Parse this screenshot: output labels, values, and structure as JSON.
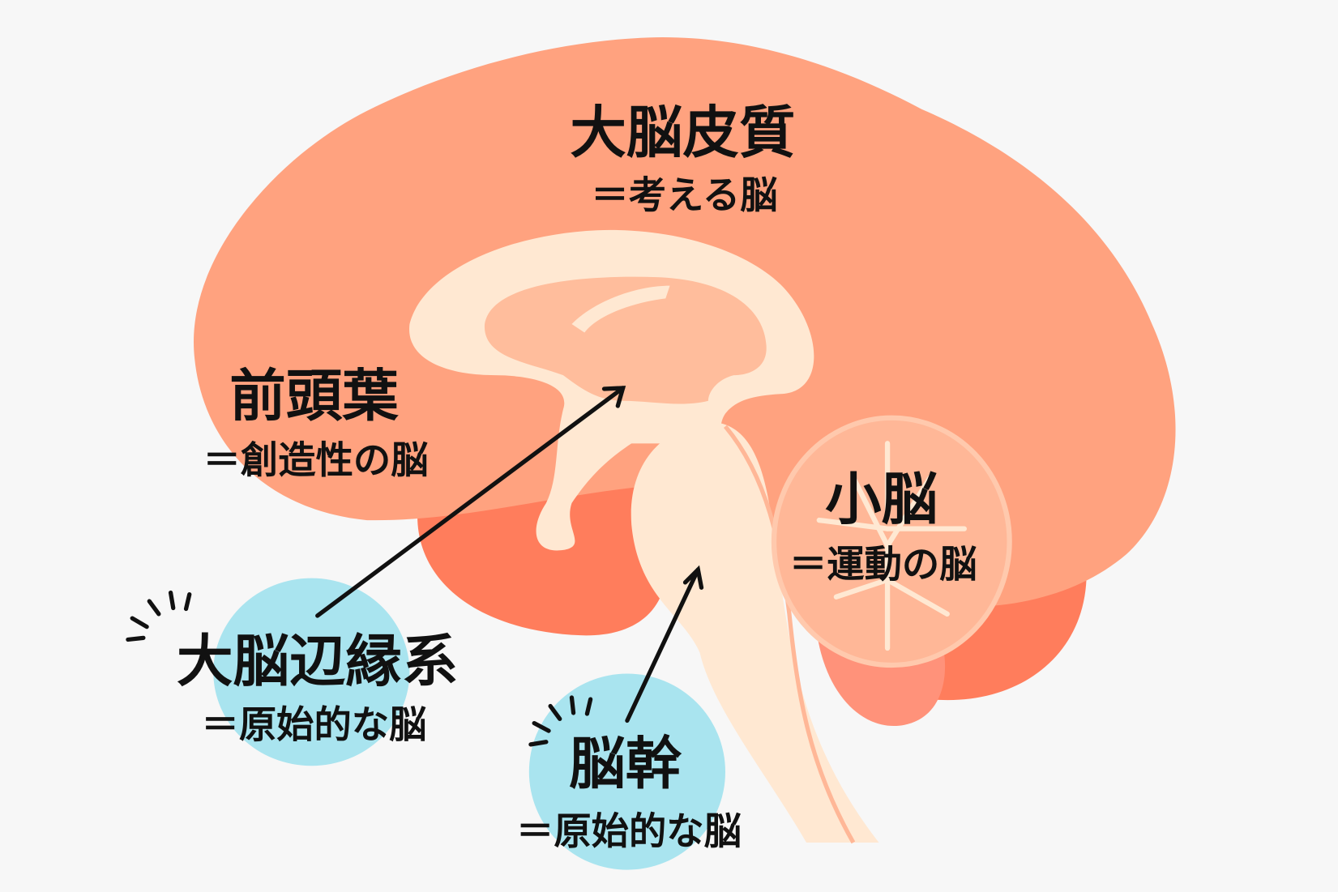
{
  "colors": {
    "background": "#f7f7f7",
    "cortex": "#ffa27f",
    "dark": "#ff7d5c",
    "cream": "#ffe8d2",
    "inner": "#ffbd9c",
    "cerebellum": "#ffb797",
    "highlight": "#a9e4ef",
    "ink": "#111111"
  },
  "labels": {
    "cortex": {
      "title": "大脳皮質",
      "sub": "＝考える脳"
    },
    "frontal": {
      "title": "前頭葉",
      "sub": "＝創造性の脳"
    },
    "cerebellum": {
      "title": "小脳",
      "sub": "＝運動の脳"
    },
    "limbic": {
      "title": "大脳辺縁系",
      "sub": "＝原始的な脳"
    },
    "brainstem": {
      "title": "脳幹",
      "sub": "＝原始的な脳"
    }
  }
}
